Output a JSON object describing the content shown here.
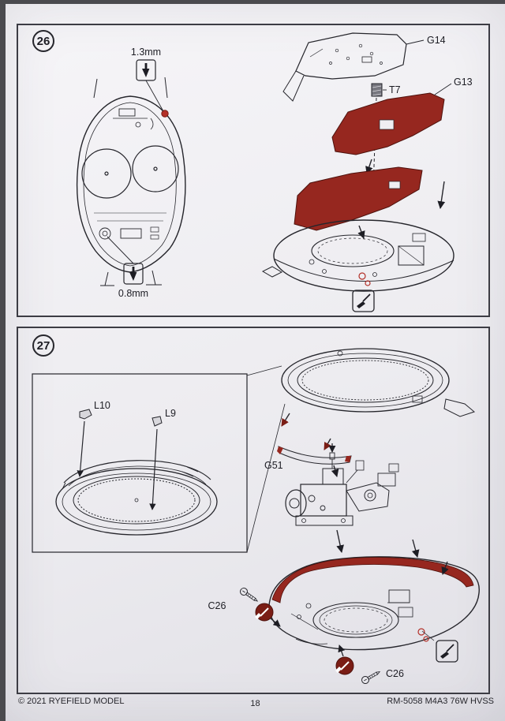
{
  "footer": {
    "copyright": "© 2021 RYEFIELD MODEL",
    "page_number": "18",
    "kit_code": "RM-5058 M4A3 76W HVSS"
  },
  "colors": {
    "accent_red": "#96271f",
    "dark_red": "#7a1d15",
    "line": "#26262c",
    "paper": "#efeef2"
  },
  "steps": {
    "s26": {
      "number": "26",
      "drill_top": "1.3mm",
      "drill_bottom": "0.8mm",
      "g14": "G14",
      "t7": "T7",
      "g13": "G13"
    },
    "s27": {
      "number": "27",
      "l10": "L10",
      "l9": "L9",
      "g51": "G51",
      "c26_a": "C26",
      "c26_b": "C26"
    }
  }
}
